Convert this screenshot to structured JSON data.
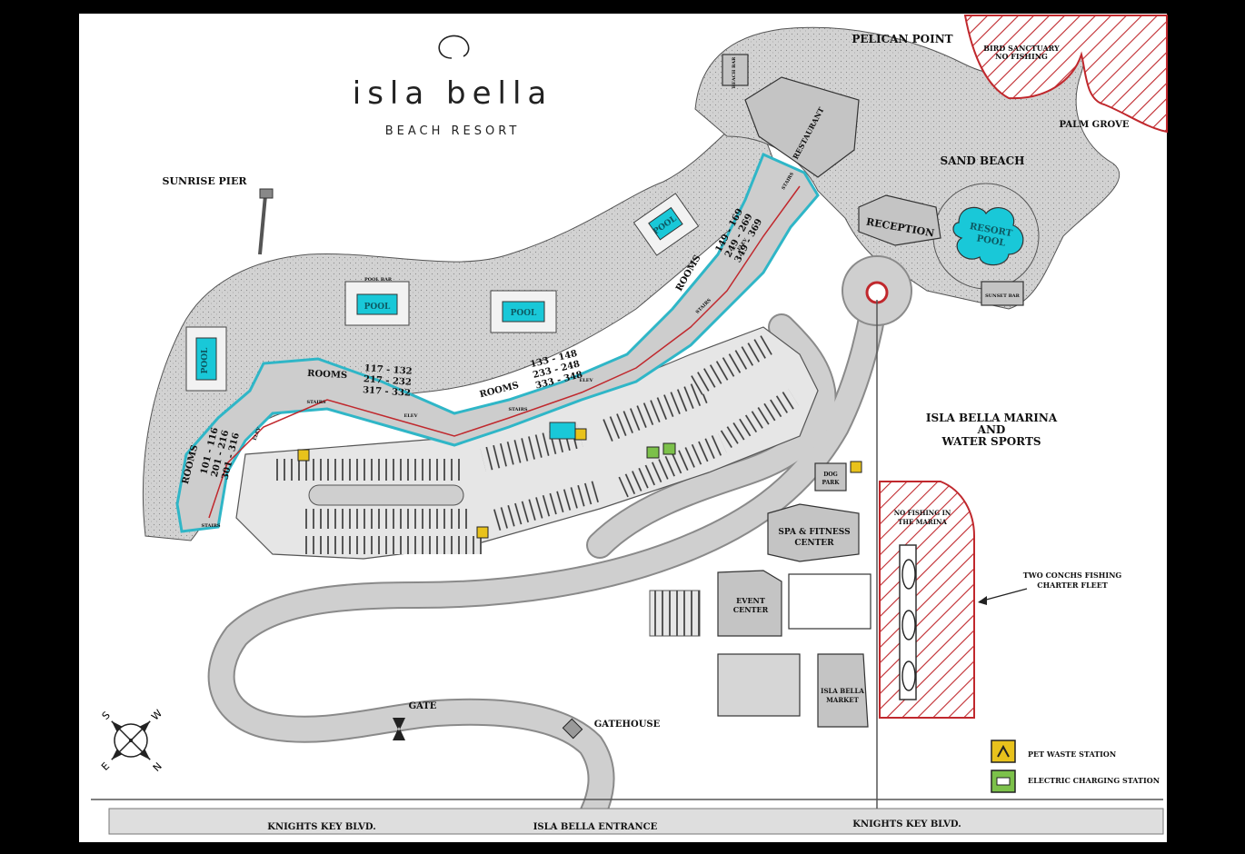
{
  "brand": {
    "name": "isla bella",
    "tagline": "BEACH RESORT"
  },
  "places": {
    "pelican_point": "PELICAN POINT",
    "bird_sanctuary_1": "BIRD SANCTUARY",
    "bird_sanctuary_2": "NO FISHING",
    "palm_grove": "PALM GROVE",
    "sand_beach": "SAND BEACH",
    "sunrise_pier": "SUNRISE PIER",
    "restaurant": "RESTAURANT",
    "beach_bar": "BEACH BAR",
    "pool_bar": "POOL BAR",
    "reception": "RECEPTION",
    "resort_pool_1": "RESORT",
    "resort_pool_2": "POOL",
    "sunset_bar": "SUNSET BAR",
    "marina_1": "ISLA BELLA MARINA",
    "marina_2": "AND",
    "marina_3": "WATER SPORTS",
    "dog_park_1": "DOG",
    "dog_park_2": "PARK",
    "spa_1": "SPA & FITNESS",
    "spa_2": "CENTER",
    "no_fishing_1": "NO FISHING IN",
    "no_fishing_2": "THE MARINA",
    "fleet_1": "TWO CONCHS FISHING",
    "fleet_2": "CHARTER FLEET",
    "event_1": "EVENT",
    "event_2": "CENTER",
    "market_1": "ISLA BELLA",
    "market_2": "MARKET",
    "gate": "GATE",
    "gatehouse": "GATEHOUSE",
    "road_left": "KNIGHTS KEY BLVD.",
    "road_center": "ISLA BELLA ENTRANCE",
    "road_right": "KNIGHTS KEY BLVD.",
    "pool": "POOL",
    "stairs": "STAIRS",
    "elev": "ELEV"
  },
  "room_blocks": [
    {
      "label": "ROOMS",
      "ranges": [
        "101 - 116",
        "201 - 216",
        "301 - 316"
      ]
    },
    {
      "label": "ROOMS",
      "ranges": [
        "117 - 132",
        "217 - 232",
        "317 - 332"
      ]
    },
    {
      "label": "ROOMS",
      "ranges": [
        "133 - 148",
        "233 - 248",
        "333 - 348"
      ]
    },
    {
      "label": "ROOMS",
      "ranges": [
        "149 - 169",
        "249 - 269",
        "349 - 369"
      ]
    }
  ],
  "legend": {
    "pet_waste": "PET WASTE STATION",
    "ev_charging": "ELECTRIC CHARGING STATION"
  },
  "compass": {
    "n": "N",
    "s": "S",
    "e": "E",
    "w": "W"
  },
  "colors": {
    "sand": "#cfcfcf",
    "building": "#c4c4c4",
    "road": "#bdbdbd",
    "pool": "#19c8d8",
    "hatch": "#c0282d",
    "pet": "#e8c21c",
    "ev": "#7cc14a"
  }
}
